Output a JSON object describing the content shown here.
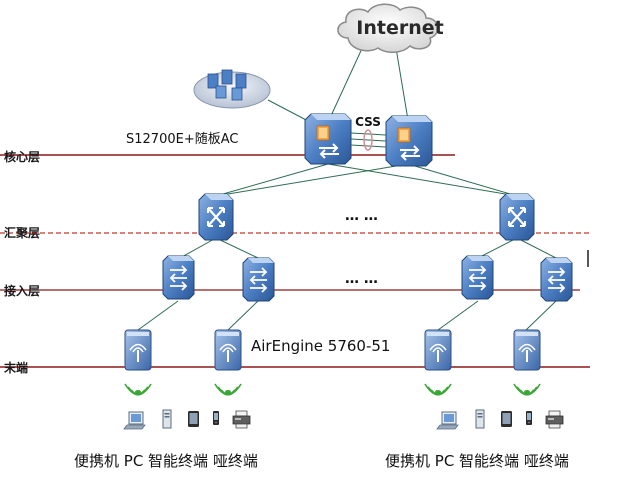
{
  "cloud": {
    "label": "Internet"
  },
  "core": {
    "device_label": "S12700E+随板AC",
    "stack_label": "CSS"
  },
  "layers": {
    "core": "核心层",
    "aggregation": "汇聚层",
    "access": "接入层",
    "terminal": "末端"
  },
  "ellipsis": {
    "aggregation": "… …",
    "access": "… …"
  },
  "ap_model": "AirEngine 5760-51",
  "endpoint_groups": [
    {
      "caption": "便携机 PC 智能终端 哑终端"
    },
    {
      "caption": "便携机 PC 智能终端 哑终端"
    }
  ],
  "colors": {
    "layer_line": "#8b1a1a",
    "link_line": "#2e6b52",
    "device_blue": "#3d6fb6",
    "ap_blue": "#4b79b9",
    "wifi_green": "#3aa636",
    "css_pink": "#d98c9c"
  }
}
